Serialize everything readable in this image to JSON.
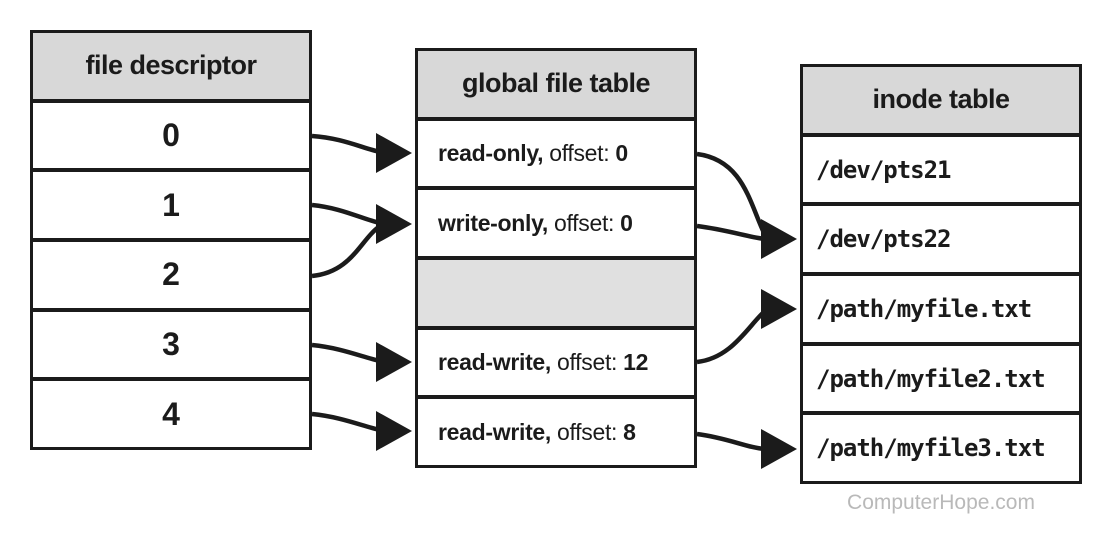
{
  "tables": {
    "file_descriptor": {
      "title": "file descriptor",
      "rows": [
        "0",
        "1",
        "2",
        "3",
        "4"
      ]
    },
    "global_file_table": {
      "title": "global file table",
      "rows": [
        {
          "mode": "read-only,",
          "offset_label": "offset:",
          "offset_value": "0"
        },
        {
          "mode": "write-only,",
          "offset_label": "offset:",
          "offset_value": "0"
        },
        {
          "mode": "",
          "offset_label": "",
          "offset_value": ""
        },
        {
          "mode": "read-write,",
          "offset_label": "offset:",
          "offset_value": "12"
        },
        {
          "mode": "read-write,",
          "offset_label": "offset:",
          "offset_value": "8"
        }
      ]
    },
    "inode_table": {
      "title": "inode table",
      "rows": [
        "/dev/pts21",
        "/dev/pts22",
        "/path/myfile.txt",
        "/path/myfile2.txt",
        "/path/myfile3.txt"
      ]
    }
  },
  "connections": [
    {
      "from": "fd 0",
      "to": "read-only, offset: 0"
    },
    {
      "from": "fd 1",
      "to": "write-only, offset: 0"
    },
    {
      "from": "fd 2",
      "to": "write-only, offset: 0"
    },
    {
      "from": "fd 3",
      "to": "read-write, offset: 12"
    },
    {
      "from": "fd 4",
      "to": "read-write, offset: 8"
    },
    {
      "from": "read-only, offset: 0",
      "to": "/dev/pts22"
    },
    {
      "from": "write-only, offset: 0",
      "to": "/dev/pts22"
    },
    {
      "from": "read-write, offset: 12",
      "to": "/path/myfile.txt"
    },
    {
      "from": "read-write, offset: 8",
      "to": "/path/myfile3.txt"
    }
  ],
  "watermark": "ComputerHope.com",
  "colors": {
    "border": "#1b1b1b",
    "header_bg": "#d8d8d8",
    "empty_row_bg": "#e0e0e0",
    "watermark": "#b9b9b9",
    "background": "#ffffff"
  }
}
